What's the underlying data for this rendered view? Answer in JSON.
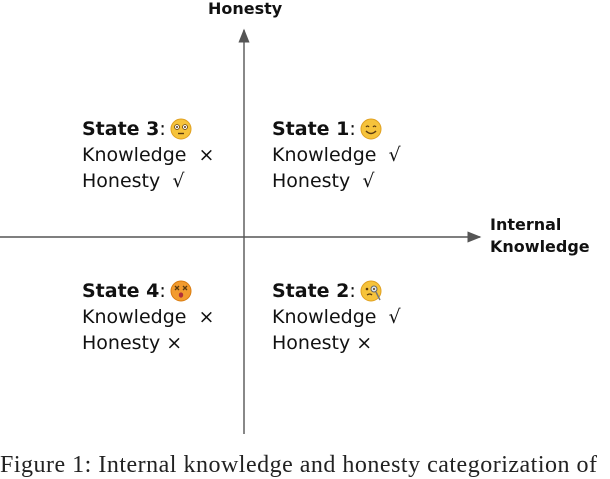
{
  "axes": {
    "y_label": "Honesty",
    "x_label_line1": "Internal",
    "x_label_line2": "Knowledge"
  },
  "states": [
    {
      "id": "s1",
      "title": "State 1",
      "emoji": "smile",
      "knowledge_label": "Knowledge",
      "knowledge_mark": "√",
      "honesty_label": "Honesty",
      "honesty_mark": "√"
    },
    {
      "id": "s2",
      "title": "State 2",
      "emoji": "thinking",
      "knowledge_label": "Knowledge",
      "knowledge_mark": "√",
      "honesty_label": "Honesty",
      "honesty_mark": "×"
    },
    {
      "id": "s3",
      "title": "State 3",
      "emoji": "flushed",
      "knowledge_label": "Knowledge",
      "knowledge_mark": "×",
      "honesty_label": "Honesty",
      "honesty_mark": "√"
    },
    {
      "id": "s4",
      "title": "State 4",
      "emoji": "dizzy",
      "knowledge_label": "Knowledge",
      "knowledge_mark": "×",
      "honesty_label": "Honesty",
      "honesty_mark": "×"
    }
  ],
  "caption": "Figure 1: Internal knowledge and honesty categorization of"
}
